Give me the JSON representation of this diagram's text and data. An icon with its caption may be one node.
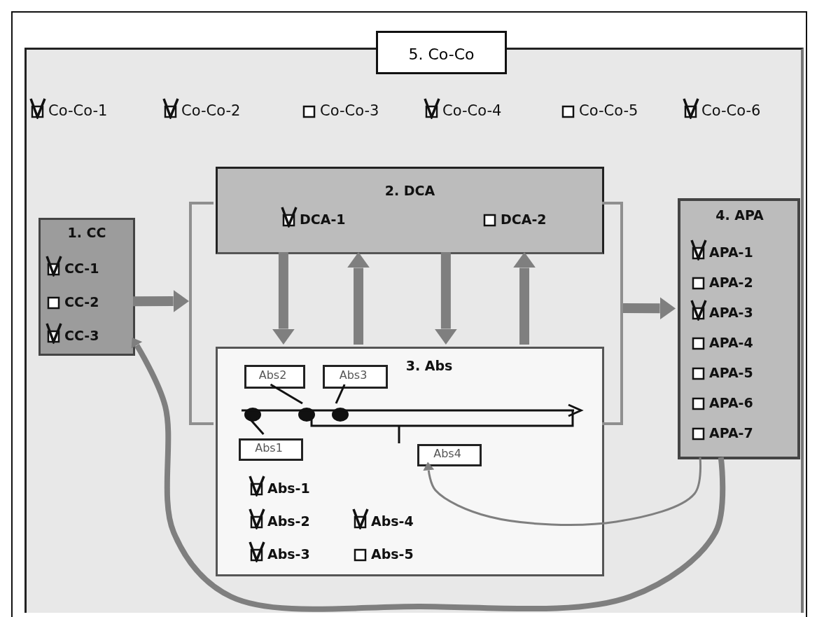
{
  "diagram": {
    "nodes": [
      {
        "text": [
          "5. Co-Co",
          "Co-Co-1",
          "Co-Co-2",
          "Co-Co-3",
          "Co-Co-4",
          "Co-Co-5",
          "Co-Co-6"
        ]
      },
      {
        "text": [
          "1. CC",
          "CC-1",
          "CC-2",
          "CC-3"
        ],
        "in": 0
      },
      {
        "text": [
          "2. DCA",
          "DCA-1",
          "DCA-2"
        ],
        "in": 0
      },
      {
        "text": [
          "3. Abs",
          "Abs-1",
          "Abs-2",
          "Abs-4",
          "Abs-3",
          "Abs-5"
        ],
        "in": 0
      },
      {
        "text": [
          "Abs2"
        ],
        "in": 3
      },
      {
        "text": [
          "Abs3"
        ],
        "in": 3
      },
      {
        "text": [],
        "shape": "circle",
        "in": 3
      },
      {
        "text": [],
        "shape": "circle",
        "in": 3
      },
      {
        "text": [],
        "shape": "circle",
        "in": 3
      },
      {
        "text": [
          "Abs1"
        ],
        "in": 3
      },
      {
        "text": [
          "Abs4"
        ],
        "in": 3
      },
      {
        "text": [
          "4. APA",
          "APA-1",
          "APA-2",
          "APA-3",
          "APA-4",
          "APA-5",
          "APA-6",
          "APA-7"
        ],
        "in": 0
      }
    ],
    "edges": [
      {
        "from": 1,
        "to": null,
        "arrow": "to"
      },
      {
        "from": 2,
        "to": 3,
        "arrow": "to"
      },
      {
        "from": 3,
        "to": 2,
        "arrow": "to"
      },
      {
        "from": 2,
        "to": 3,
        "arrow": "to"
      },
      {
        "from": 3,
        "to": 2,
        "arrow": "to"
      },
      {
        "from": null,
        "to": 11,
        "arrow": "to"
      },
      {
        "from": 11,
        "to": 10,
        "arrow": "to"
      },
      {
        "from": 11,
        "to": 1,
        "arrow": "to"
      },
      {
        "from": 4,
        "to": 7,
        "arrow": "none",
        "color": "#111111"
      },
      {
        "from": 5,
        "to": 8,
        "arrow": "none",
        "color": "#111111"
      },
      {
        "from": 9,
        "to": 6,
        "arrow": "none",
        "color": "#111111"
      }
    ]
  }
}
